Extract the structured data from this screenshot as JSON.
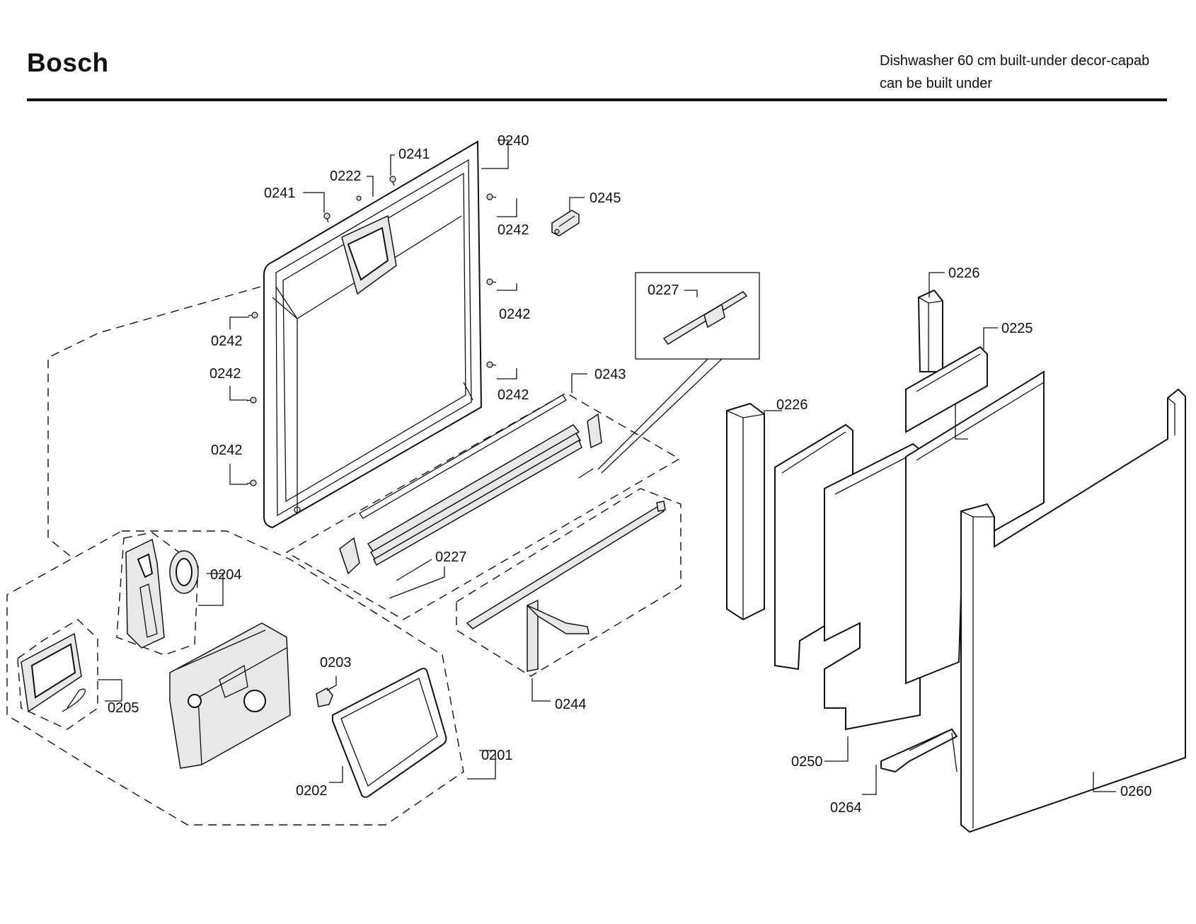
{
  "header": {
    "brand": "Bosch",
    "description_line1": "Dishwasher 60 cm built-under decor-capab",
    "description_line2": "can be built under"
  },
  "callouts": {
    "c0241a": "0241",
    "c0241b": "0241",
    "c0222": "0222",
    "c0240": "0240",
    "c0245": "0245",
    "c0242a": "0242",
    "c0242b": "0242",
    "c0242c": "0242",
    "c0242d": "0242",
    "c0242e": "0242",
    "c0242f": "0242",
    "c0227_inset": "0227",
    "c0243": "0243",
    "c0226a": "0226",
    "c0225": "0225",
    "c0226b": "0226",
    "c0204": "0204",
    "c0227": "0227",
    "c0203": "0203",
    "c0205": "0205",
    "c0244": "0244",
    "c0201": "0201",
    "c0202": "0202",
    "c0250": "0250",
    "c0264": "0264",
    "c0260": "0260"
  }
}
